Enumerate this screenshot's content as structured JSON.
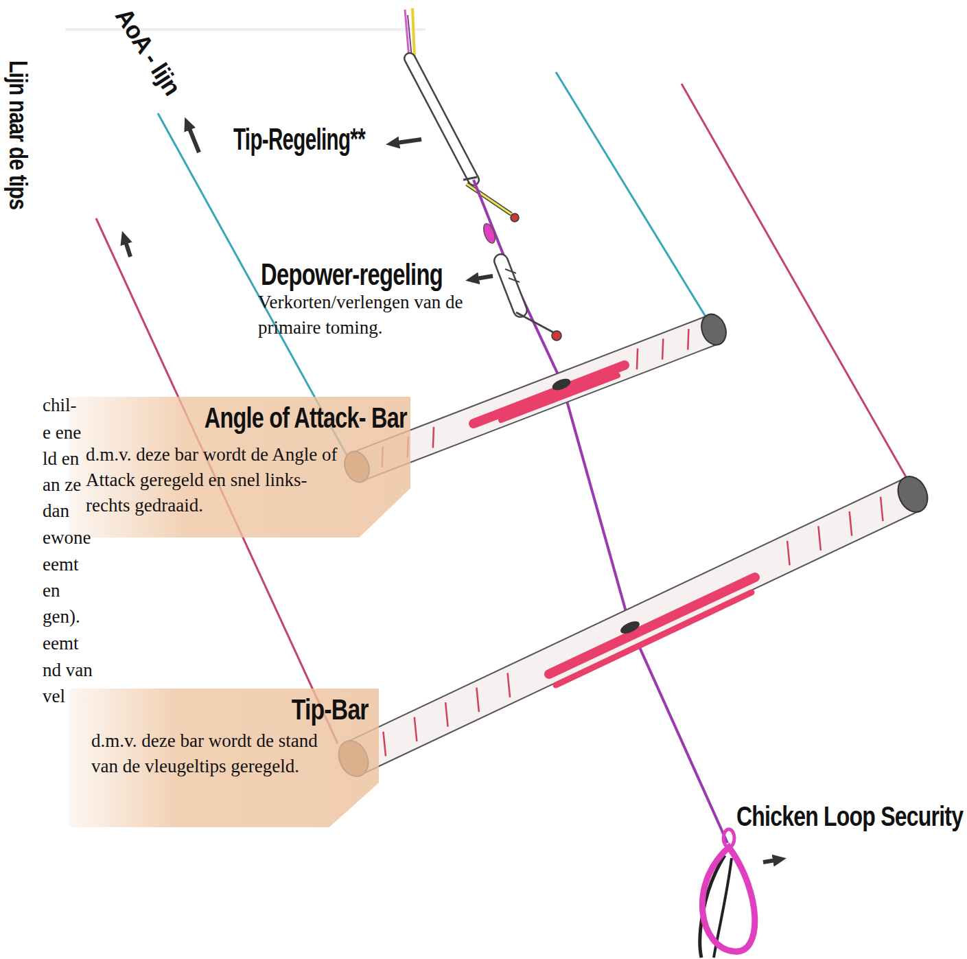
{
  "diagram": {
    "nodes": [
      {
        "text": [
          "Angle of Attack- Bar",
          "d.m.v. deze bar wordt de Angle of Attack geregeld en snel links-rechts gedraaid."
        ]
      },
      {
        "text": [
          "Tip-Bar",
          "d.m.v. deze bar wordt de stand van de vleugeltips geregeld."
        ]
      }
    ],
    "labels": [
      "Lijn naar de tips",
      "AoA - lijn",
      "Tip-Regeling**",
      "Depower-regeling",
      "Verkorten/verlengen van de primaire toming.",
      "Chicken Loop Security",
      "chil-",
      "e ene",
      "ld en",
      "an ze",
      "dan",
      "ewone",
      "eemt",
      "en",
      "gen).",
      "eemt",
      "nd van",
      "vel"
    ]
  }
}
